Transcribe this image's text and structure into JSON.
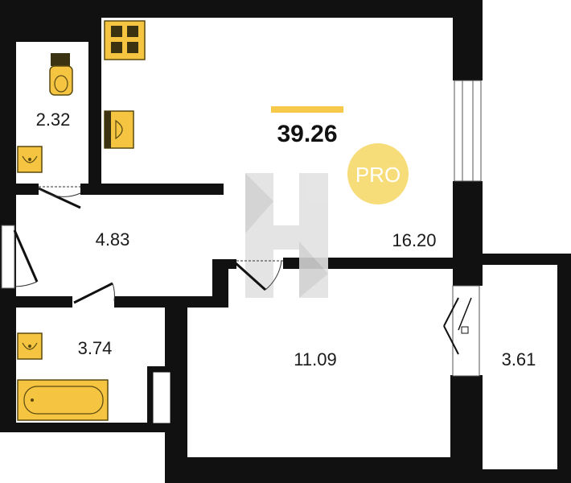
{
  "total_area": "39.26",
  "badge": {
    "label": "PRO"
  },
  "rooms": [
    {
      "id": "wc",
      "area": "2.32"
    },
    {
      "id": "hallway",
      "area": "4.83"
    },
    {
      "id": "bathroom",
      "area": "3.74"
    },
    {
      "id": "kitchen-living",
      "area": "16.20"
    },
    {
      "id": "bedroom",
      "area": "11.09"
    },
    {
      "id": "balcony",
      "area": "3.61"
    }
  ],
  "fixtures": [
    "stove-icon",
    "toilet-icon",
    "sink-icon",
    "bathtub-icon"
  ],
  "colors": {
    "wall": "#111111",
    "fixture_fill": "#f5c542",
    "fixture_stroke": "#5a4a10",
    "accent_bar": "#f7c84a",
    "badge_circle": "#f7dc7a",
    "watermark": "#e0e0e0"
  }
}
